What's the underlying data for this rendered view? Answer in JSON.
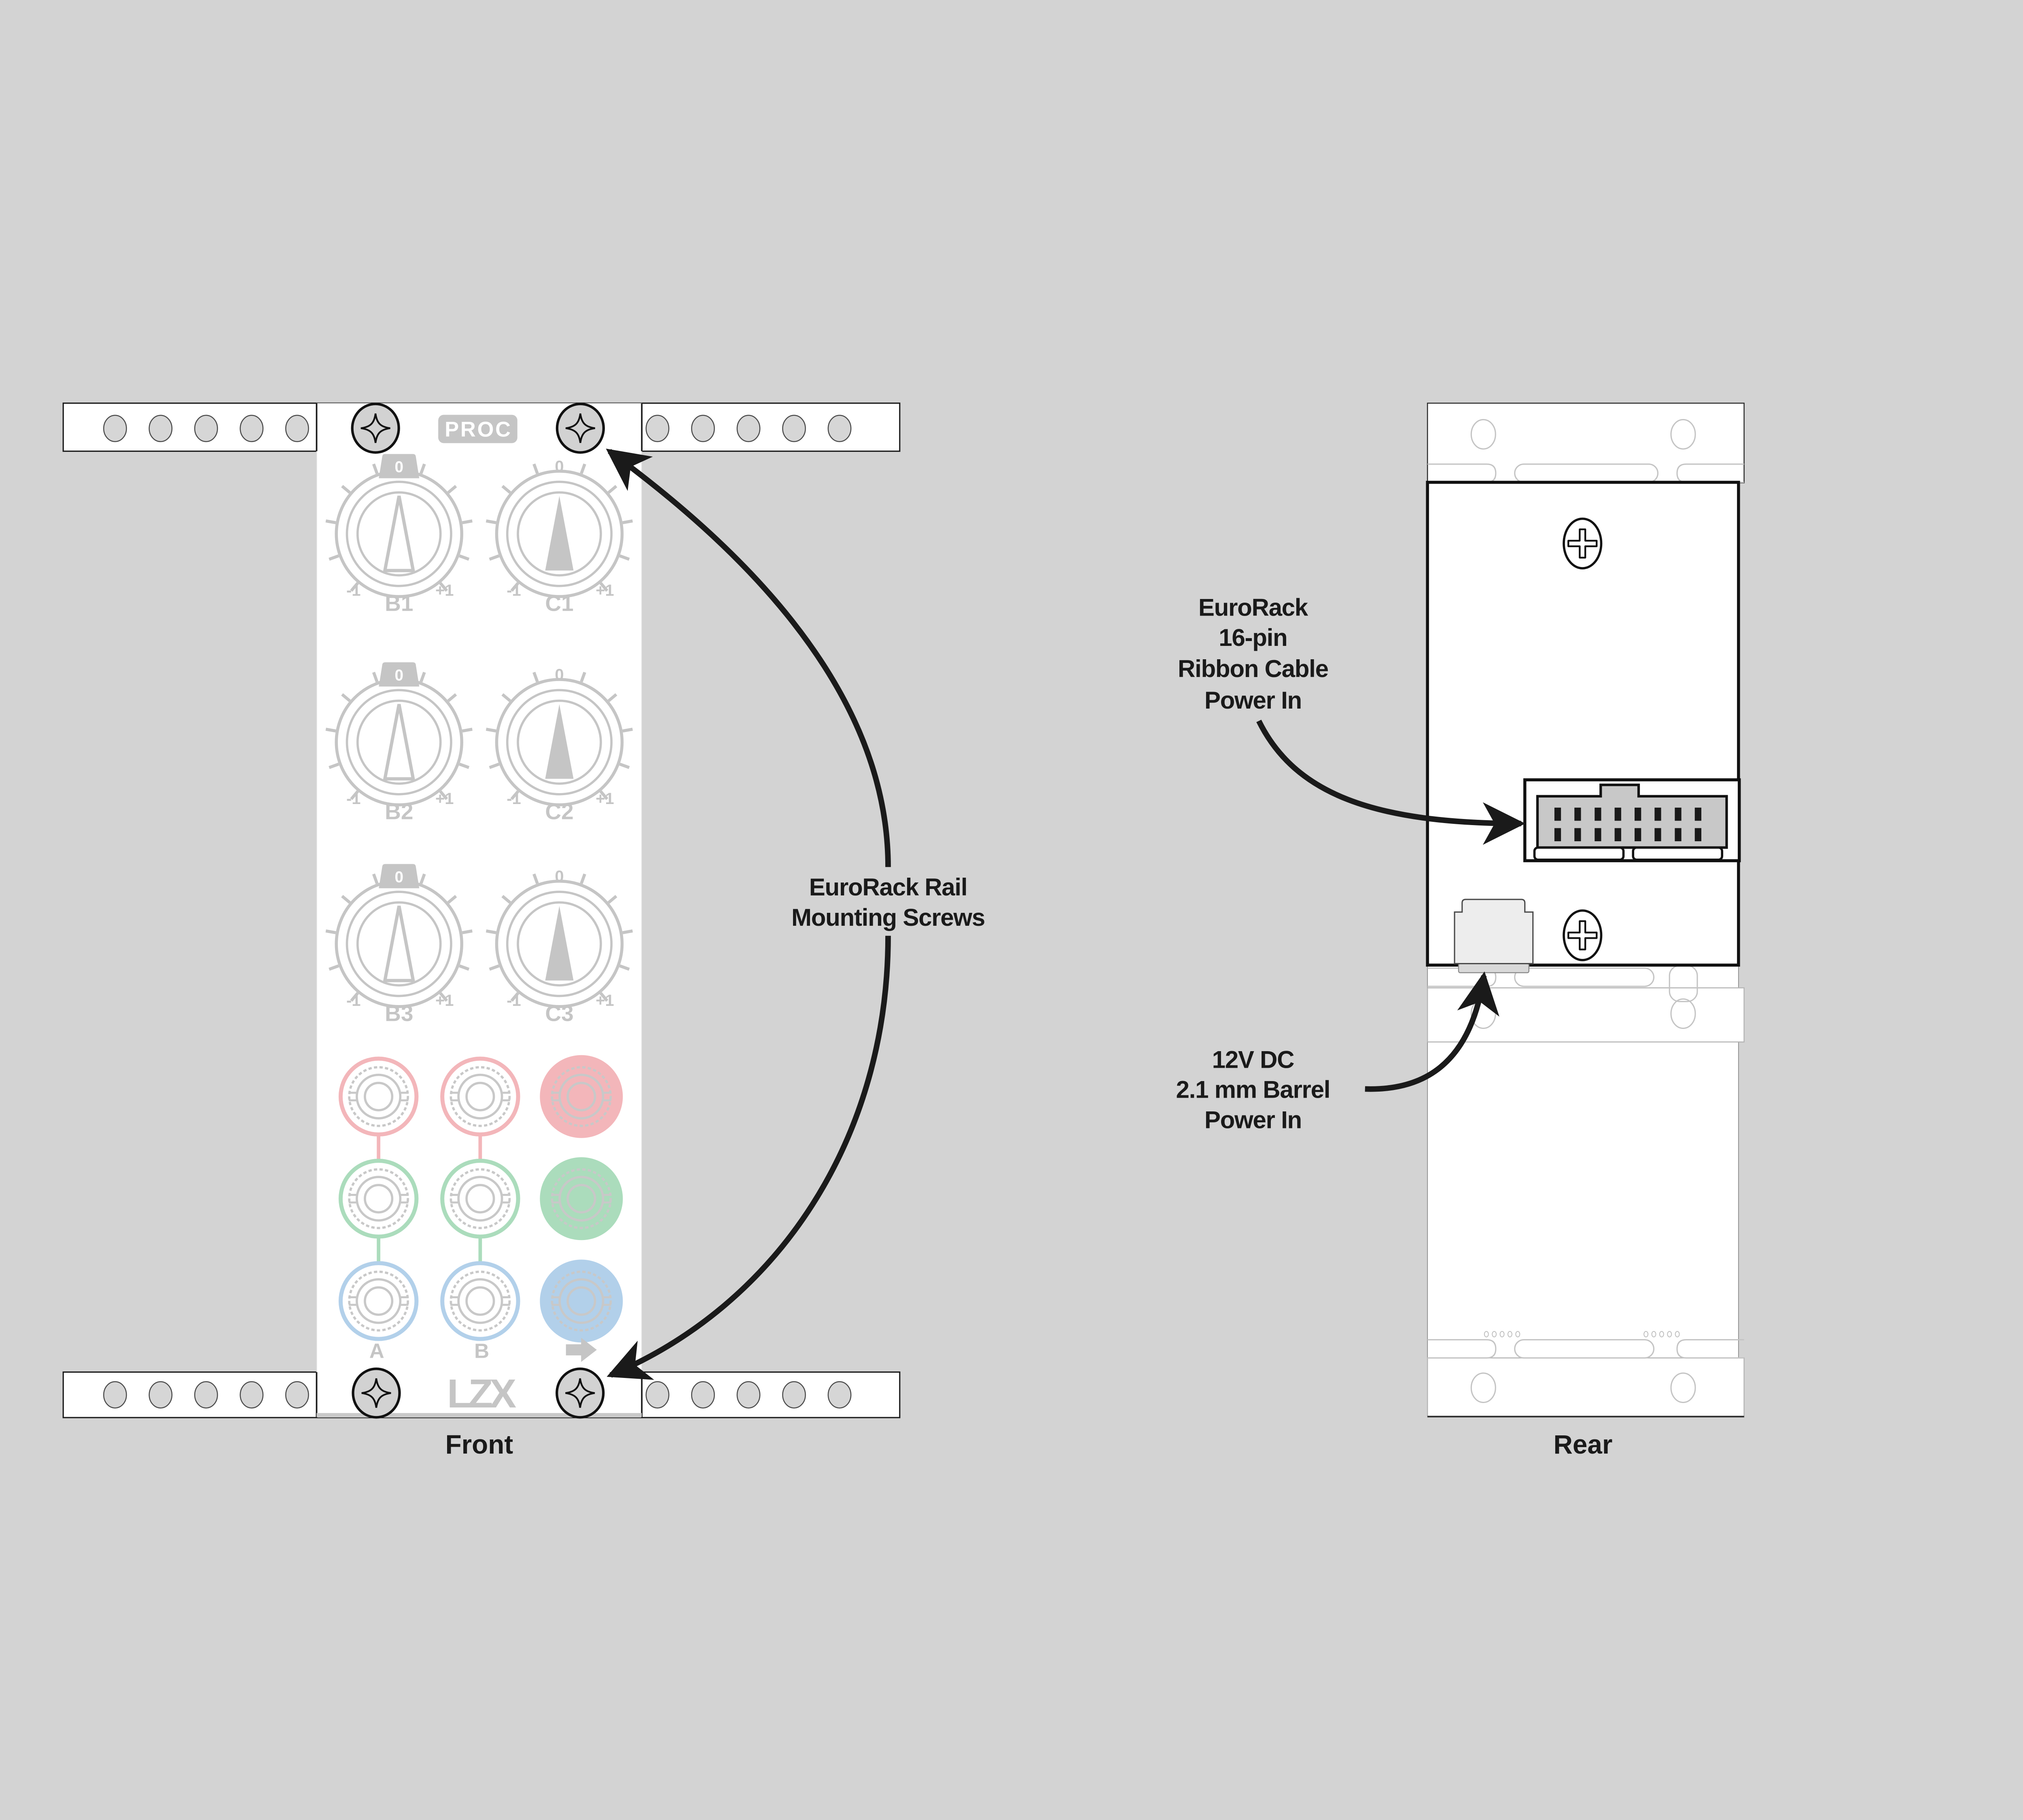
{
  "background_color": "#d3d3d3",
  "front": {
    "caption": "Front",
    "badge": "PROC",
    "logo": "LZX",
    "knob_scale": {
      "zero": "0",
      "min": "-1",
      "max": "+1"
    },
    "knobs": [
      {
        "label": "B1"
      },
      {
        "label": "B2"
      },
      {
        "label": "B3"
      },
      {
        "label": "C1"
      },
      {
        "label": "C2"
      },
      {
        "label": "C3"
      }
    ],
    "jack_labels": {
      "a": "A",
      "b": "B"
    },
    "colors": {
      "pink": "#f3b6ba",
      "green": "#abdcbc",
      "blue": "#b2d0ea",
      "panel_graphics": "#c5c5c5"
    }
  },
  "rear": {
    "caption": "Rear"
  },
  "annotations": {
    "rail_screws": {
      "lines": [
        "EuroRack Rail",
        "Mounting Screws"
      ]
    },
    "ribbon_power": {
      "lines": [
        "EuroRack",
        "16-pin",
        "Ribbon Cable",
        "Power In"
      ]
    },
    "barrel_power": {
      "lines": [
        "12V DC",
        "2.1 mm Barrel",
        "Power In"
      ]
    },
    "arrow_color": "#1a1a1a"
  }
}
